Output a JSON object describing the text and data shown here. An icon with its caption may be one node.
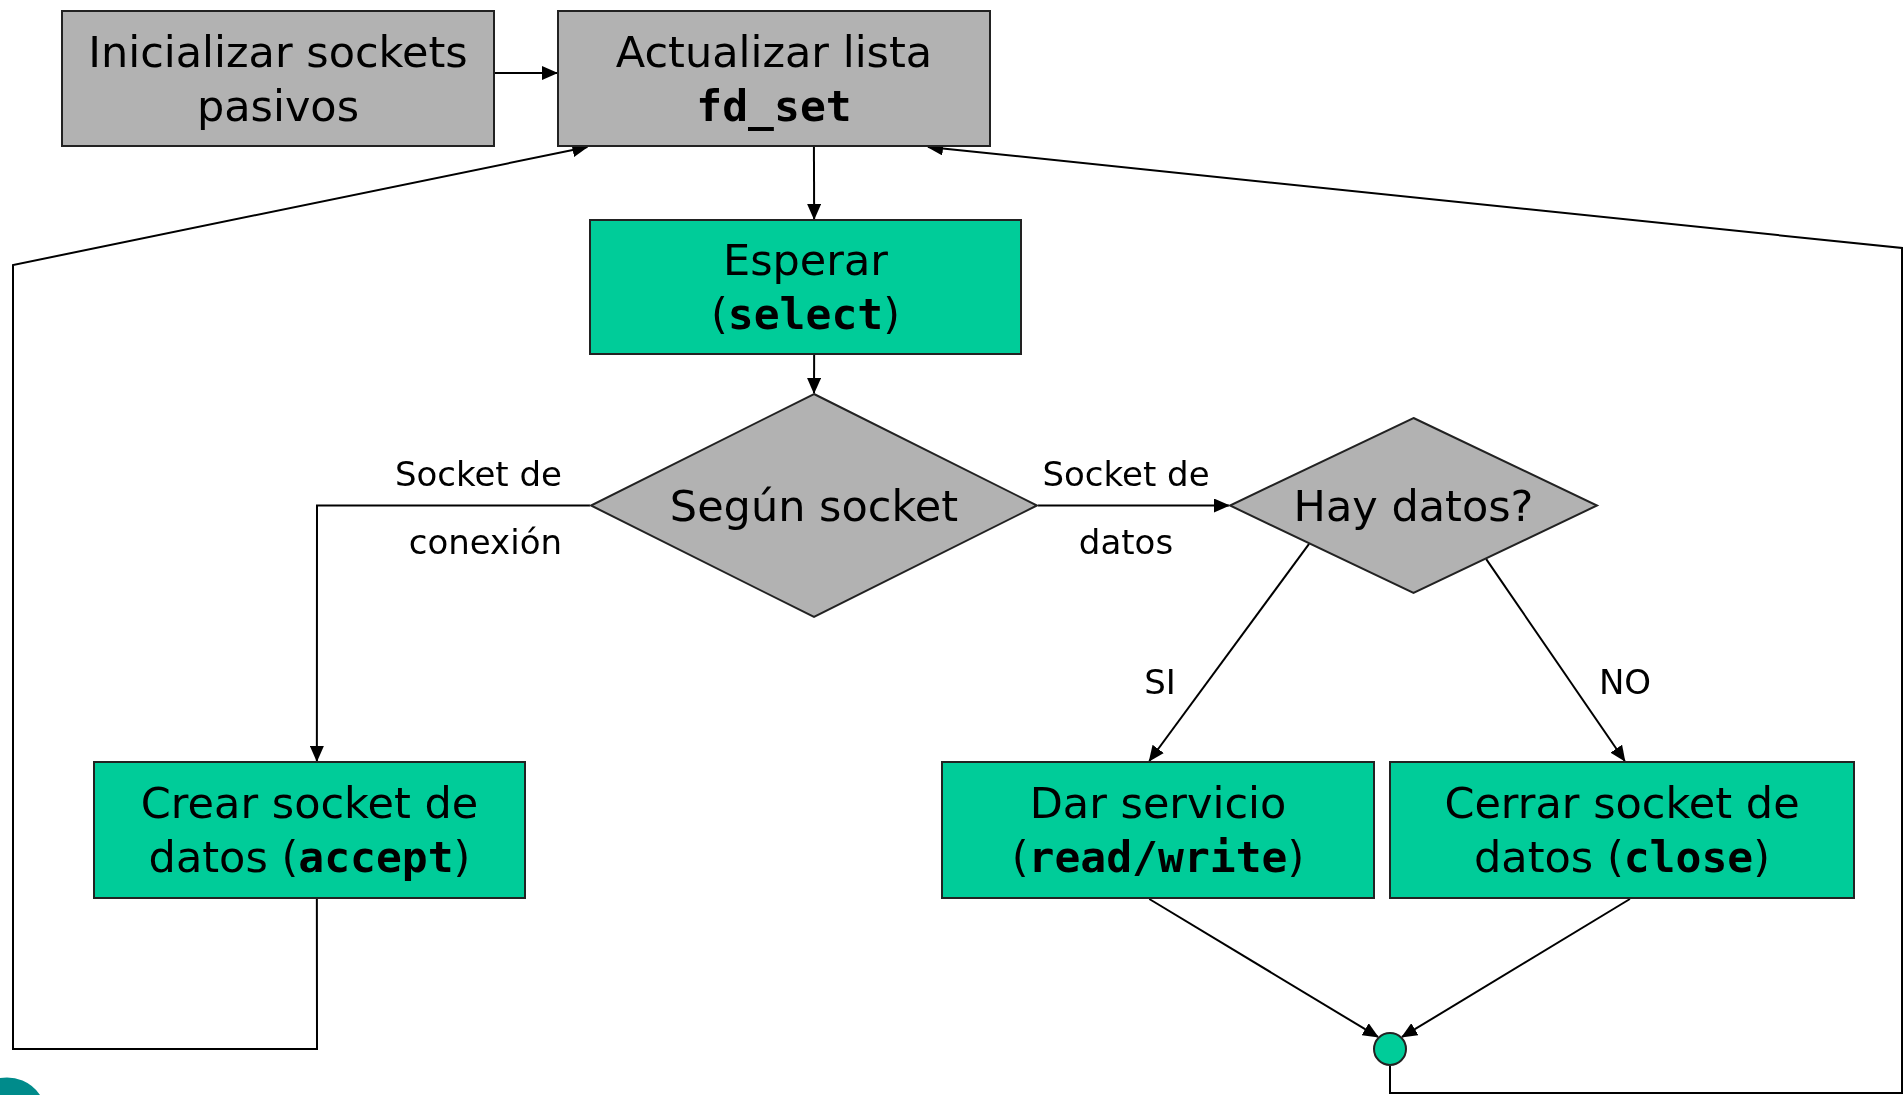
{
  "diagram": {
    "nodes": [
      {
        "text": [
          "Inicializar sockets pasivos"
        ]
      },
      {
        "text": [
          "Actualizar lista **fd_set**"
        ]
      },
      {
        "text": [
          "Esperar (**select**)"
        ]
      },
      {
        "text": [
          "Según socket"
        ]
      },
      {
        "text": [
          "Hay datos?"
        ]
      },
      {
        "text": [
          "Crear socket de datos (**accept**)"
        ]
      },
      {
        "text": [
          "Dar servicio (**read/write**)"
        ]
      },
      {
        "text": [
          "Cerrar socket de datos (**close**)"
        ]
      },
      {
        "text": [],
        "shape": "circle"
      }
    ],
    "edges": [
      {
        "from": 0,
        "to": 1,
        "arrow": "to"
      },
      {
        "from": 1,
        "to": 2,
        "arrow": "to"
      },
      {
        "from": 2,
        "to": 3,
        "arrow": "to"
      },
      {
        "from": 3,
        "to": 5,
        "arrow": "to",
        "label": "Socket de conexión"
      },
      {
        "from": 3,
        "to": 4,
        "arrow": "to",
        "label": "Socket de datos"
      },
      {
        "from": 4,
        "to": 6,
        "arrow": "to",
        "label": "SI"
      },
      {
        "from": 4,
        "to": 7,
        "arrow": "to",
        "label": "NO"
      },
      {
        "from": 5,
        "to": 1,
        "arrow": "to"
      },
      {
        "from": 6,
        "to": 8,
        "arrow": "to"
      },
      {
        "from": 7,
        "to": 8,
        "arrow": "to"
      },
      {
        "from": 8,
        "to": 1,
        "arrow": "to"
      }
    ]
  }
}
